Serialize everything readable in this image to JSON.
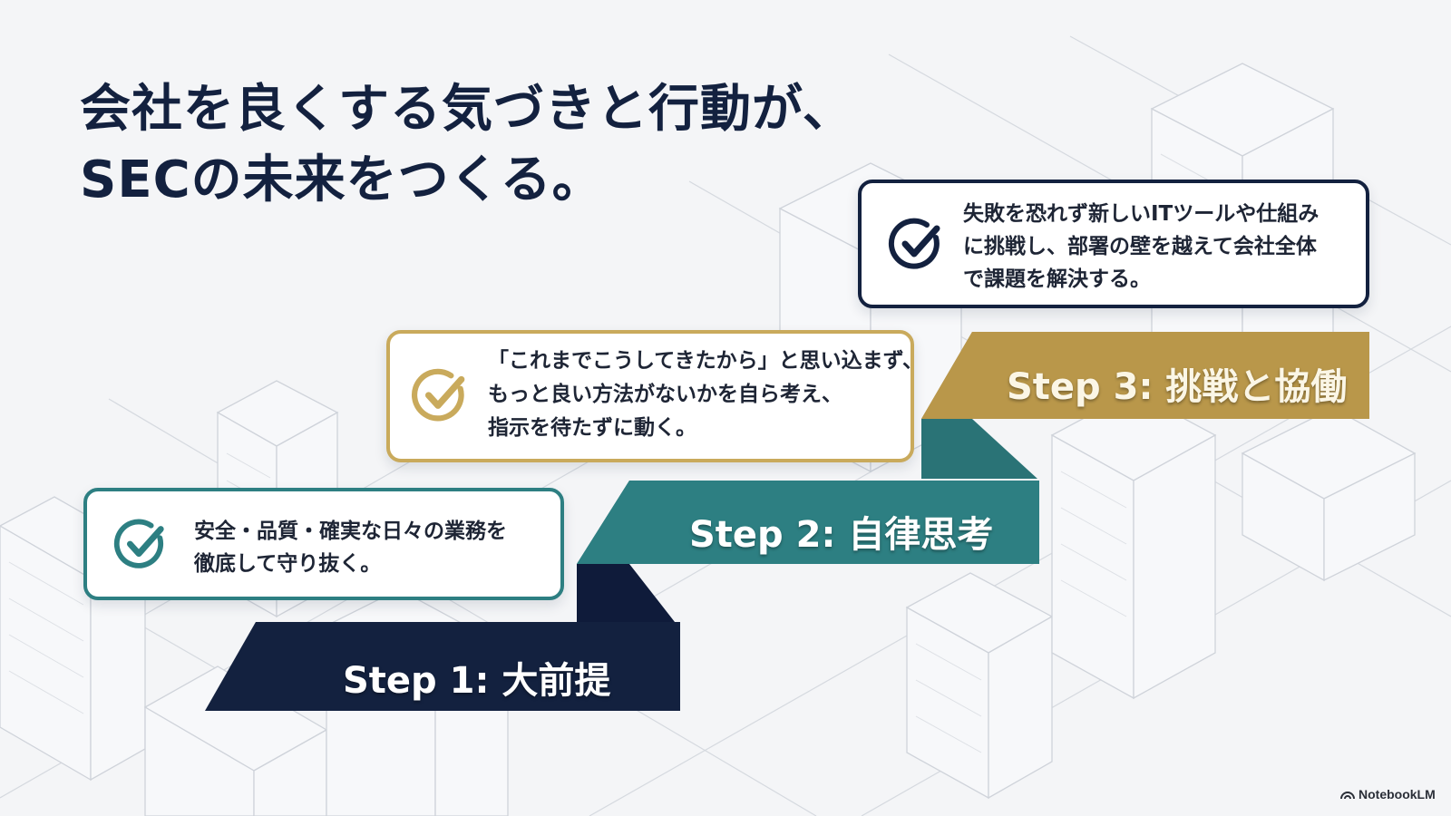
{
  "title": {
    "line1": "会社を良くする気づきと行動が、",
    "line2": "SECの未来をつくる。"
  },
  "steps": [
    {
      "label": "Step 1: 大前提",
      "color": "#13213f",
      "icon": "check-circle-icon",
      "text": [
        "安全・品質・確実な日々の業務を",
        "徹底して守り抜く。"
      ]
    },
    {
      "label": "Step 2: 自律思考",
      "color": "#2d7f82",
      "icon": "check-circle-icon",
      "text": [
        "「これまでこうしてきたから」と思い込まず、",
        "もっと良い方法がないかを自ら考え、",
        "指示を待たずに動く。"
      ]
    },
    {
      "label": "Step 3: 挑戦と協働",
      "color": "#b9974a",
      "icon": "check-circle-icon",
      "text": [
        "失敗を恐れず新しいITツールや仕組み",
        "に挑戦し、部署の壁を越えて会社全体",
        "で課題を解決する。"
      ]
    }
  ],
  "brand": {
    "name": "NotebookLM",
    "icon": "notebooklm-logo-icon"
  }
}
